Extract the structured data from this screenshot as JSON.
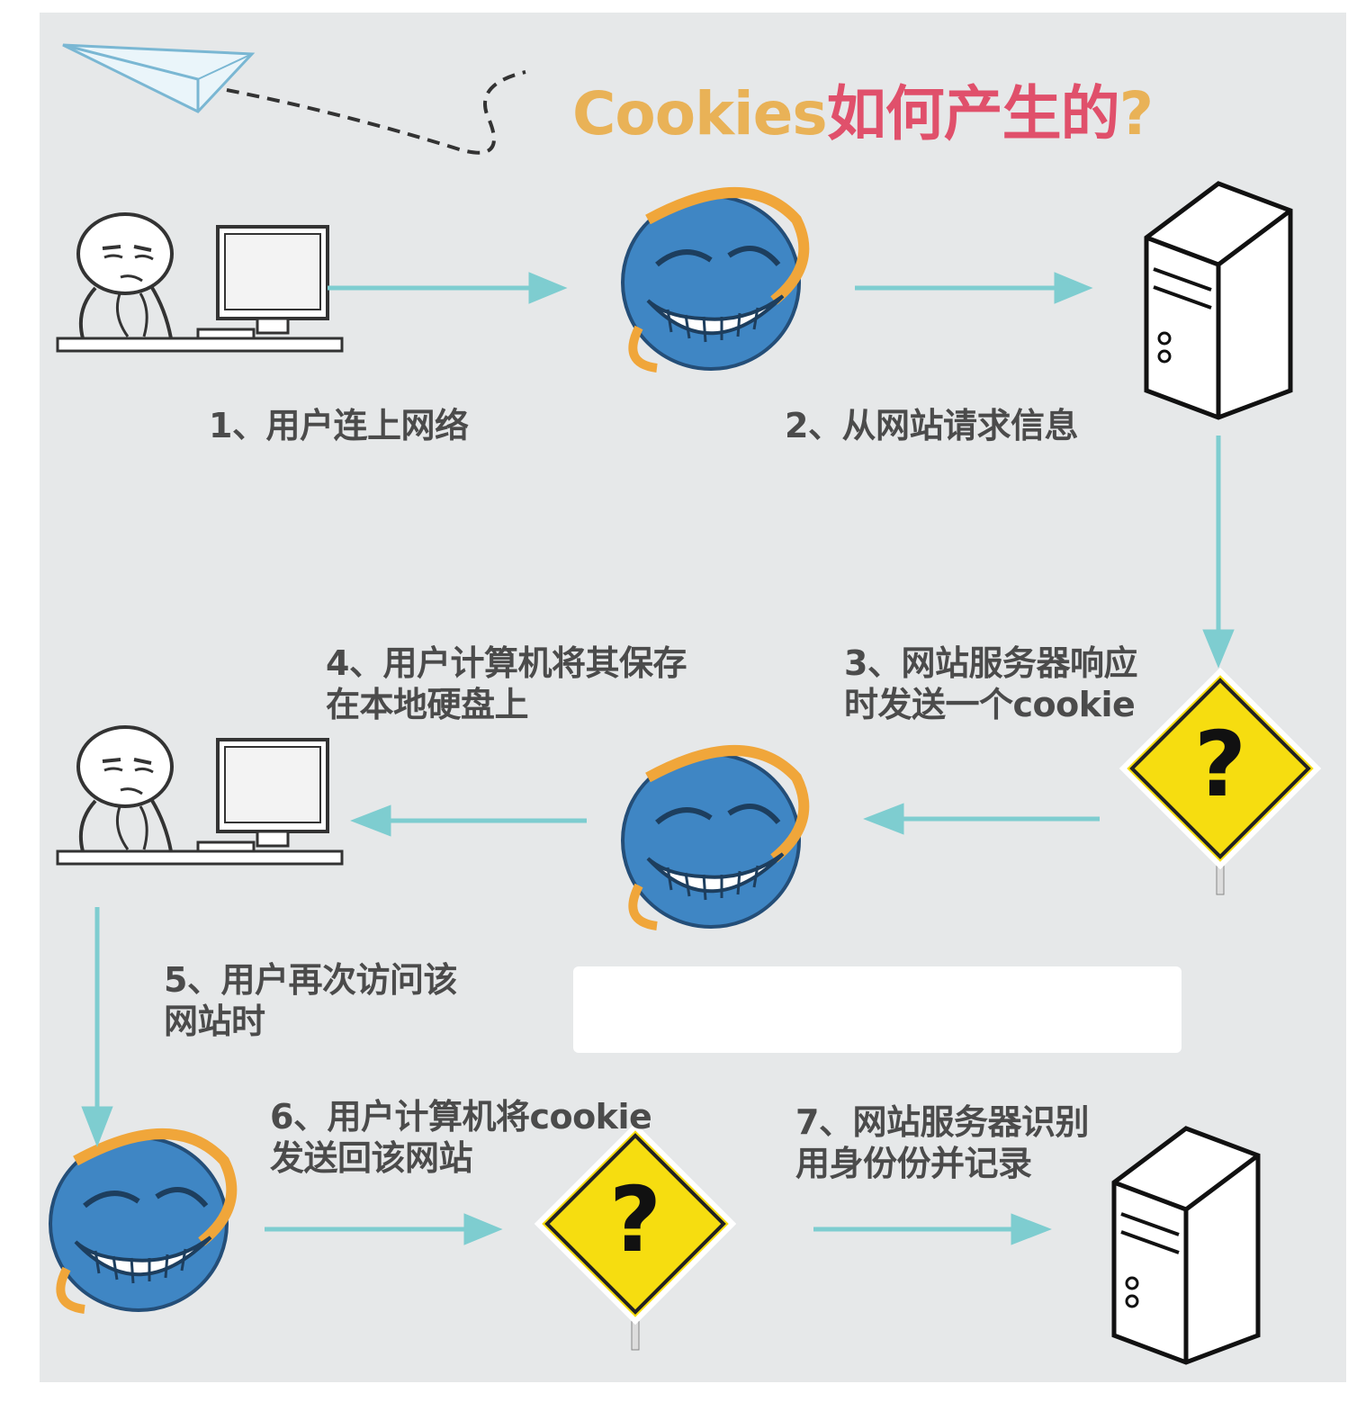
{
  "title": {
    "part1": "Cookies",
    "part2": "如何产生的",
    "part3": "?"
  },
  "steps": {
    "s1": {
      "line1": "1、用户连上网络",
      "line2": ""
    },
    "s2": {
      "line1": "2、从网站请求信息",
      "line2": ""
    },
    "s3": {
      "line1": "3、网站服务器响应",
      "line2": "时发送一个cookie"
    },
    "s4": {
      "line1": "4、用户计算机将其保存",
      "line2": "在本地硬盘上"
    },
    "s5": {
      "line1": "5、用户再次访问该",
      "line2": "网站时"
    },
    "s6": {
      "line1": "6、用户计算机将cookie",
      "line2": "发送回该网站"
    },
    "s7": {
      "line1": "7、网站服务器识别",
      "line2": "用身份份并记录"
    }
  },
  "colors": {
    "panel": "#e6e8e9",
    "arrow": "#7ecdd0",
    "title_orange": "#e9b257",
    "title_pink": "#e0506b",
    "sign_yellow": "#f6dd10",
    "browser_blue": "#3f86c4",
    "browser_ring": "#f0a63a"
  },
  "icons": [
    "paper-plane-icon",
    "user-at-computer-icon",
    "browser-troll-icon",
    "server-icon",
    "question-sign-icon"
  ]
}
